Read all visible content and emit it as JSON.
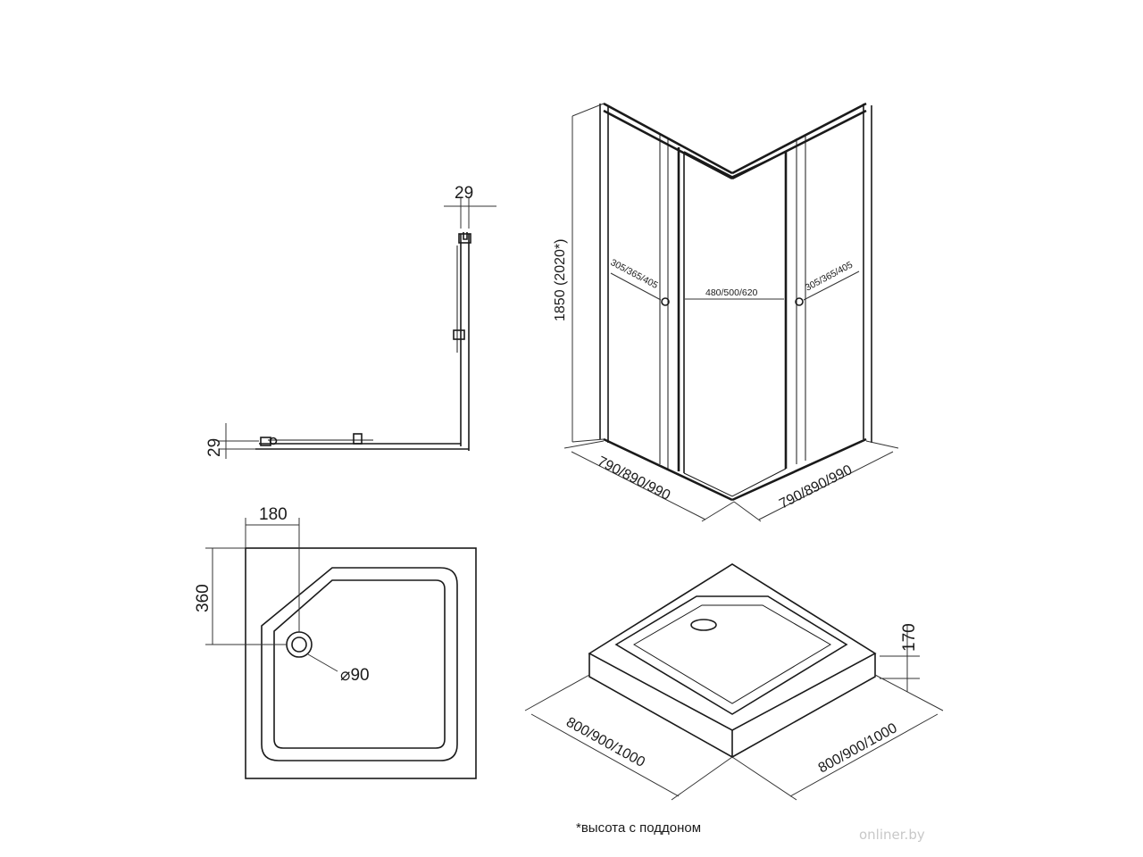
{
  "profile_view": {
    "top_offset": "29",
    "side_offset": "29"
  },
  "enclosure_view": {
    "height": "1850 (2020*)",
    "left_door_range": "305/365/405",
    "center_opening": "480/500/620",
    "right_door_range": "305/365/405",
    "left_width": "790/890/990",
    "right_width": "790/890/990"
  },
  "tray_top_view": {
    "drain_x": "180",
    "drain_y": "360",
    "drain_diameter": "⌀90"
  },
  "tray_iso_view": {
    "height": "170",
    "left_size": "800/900/1000",
    "right_size": "800/900/1000"
  },
  "footnote": "*высота с поддоном",
  "watermark": "onliner.by"
}
